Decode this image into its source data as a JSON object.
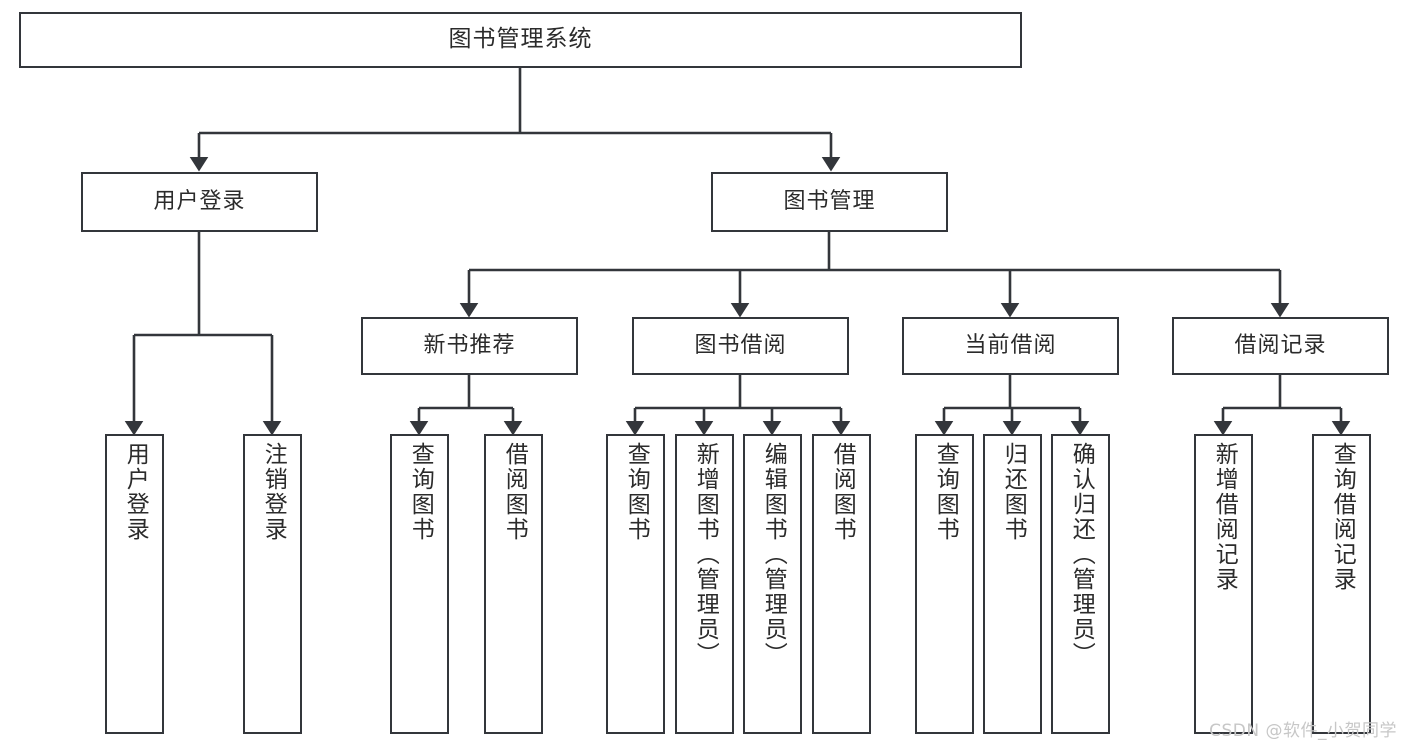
{
  "diagram": {
    "type": "tree",
    "title": "图书管理系统",
    "orientation": "top-down",
    "line_color": "#33363b",
    "box_fill": "#ffffff",
    "text_color": "#2b2b2b"
  },
  "nodes": {
    "root": {
      "label": "图书管理系统"
    },
    "level1": [
      {
        "id": "user-login",
        "label": "用户登录"
      },
      {
        "id": "book-manage",
        "label": "图书管理"
      }
    ],
    "level2": [
      {
        "id": "new-book-rec",
        "label": "新书推荐"
      },
      {
        "id": "book-borrow",
        "label": "图书借阅"
      },
      {
        "id": "current-borrow",
        "label": "当前借阅"
      },
      {
        "id": "borrow-record",
        "label": "借阅记录"
      }
    ],
    "leaves": {
      "user-login": [
        {
          "id": "leaf-user-login",
          "label": "用户登录"
        },
        {
          "id": "leaf-logout",
          "label": "注销登录"
        }
      ],
      "new-book-rec": [
        {
          "id": "leaf-query-book-1",
          "label": "查询图书"
        },
        {
          "id": "leaf-borrow-book-1",
          "label": "借阅图书"
        }
      ],
      "book-borrow": [
        {
          "id": "leaf-query-book-2",
          "label": "查询图书"
        },
        {
          "id": "leaf-add-book",
          "label": "新增图书（管理员）"
        },
        {
          "id": "leaf-edit-book",
          "label": "编辑图书（管理员）"
        },
        {
          "id": "leaf-borrow-book-2",
          "label": "借阅图书"
        }
      ],
      "current-borrow": [
        {
          "id": "leaf-query-book-3",
          "label": "查询图书"
        },
        {
          "id": "leaf-return-book",
          "label": "归还图书"
        },
        {
          "id": "leaf-confirm-return",
          "label": "确认归还（管理员）"
        }
      ],
      "borrow-record": [
        {
          "id": "leaf-add-record",
          "label": "新增借阅记录"
        },
        {
          "id": "leaf-query-record",
          "label": "查询借阅记录"
        }
      ]
    }
  },
  "watermark": {
    "text": "CSDN @软件_小贺同学"
  }
}
